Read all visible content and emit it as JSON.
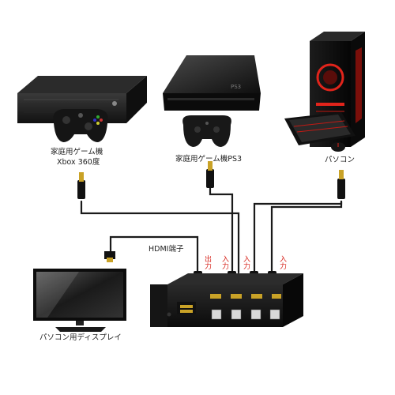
{
  "devices": {
    "xbox": {
      "line1": "家庭用ゲーム機",
      "line2": "Xbox 360度"
    },
    "ps3": {
      "label": "家庭用ゲーム機PS3"
    },
    "pc": {
      "label": "パソコン"
    },
    "display": {
      "label": "パソコン用ディスプレイ"
    }
  },
  "cable_label": "HDMI端子",
  "ports": {
    "output": "出力",
    "input1": "入力",
    "input2": "入力",
    "input3": "入力"
  },
  "colors": {
    "port_label": "#d7261e",
    "cable": "#1a1a1a",
    "hdmi_gold": "#c9a227",
    "pc_red": "#e0241b"
  }
}
